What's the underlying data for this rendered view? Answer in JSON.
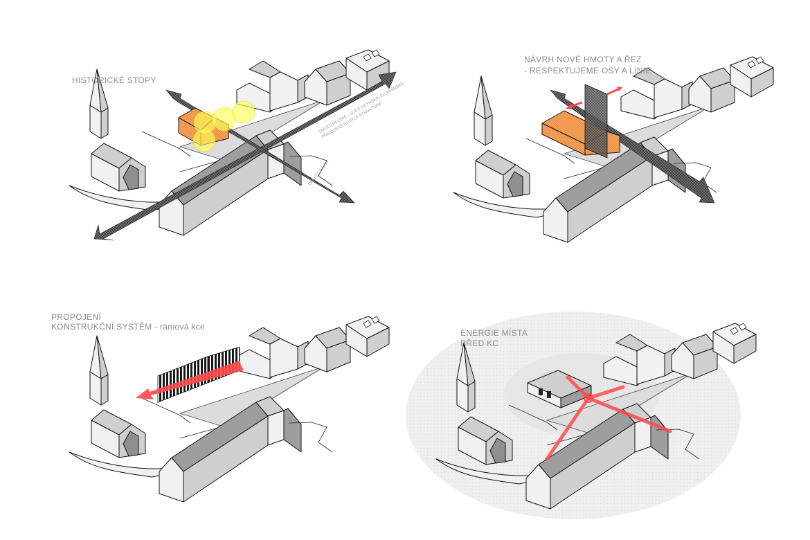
{
  "panels": [
    {
      "title_lines": [
        "HISTORICKÉ STOPY"
      ],
      "annotation_lines": [
        "DŮLEŽITÁ LINIE - ULICE MLÝNSKÁ, FLORIÁNSKÁ",
        "PŘIROZENĚ ROSTLÁ STRUKTURA"
      ],
      "axis_label": "DŮLEŽITÁ OSA"
    },
    {
      "title_lines": [
        "NÁVRH NOVÉ HMOTY A ŘEZ",
        "- RESPEKTUJEME OSY A LINIE"
      ]
    },
    {
      "title_lines": [
        "PROPOJENÍ",
        "KONSTRUKČNÍ SYSTÉM - rámová kce"
      ]
    },
    {
      "title_lines": [
        "ENERGIE MÍSTA",
        "PŘED KC"
      ]
    }
  ],
  "colors": {
    "orange_mass": "#f4a259",
    "yellow_circles": "#ffff55",
    "red_arrows": "#ff4a4a",
    "dark_arrows": "#3a3a3a",
    "energy_ellipse": "#ececec"
  }
}
